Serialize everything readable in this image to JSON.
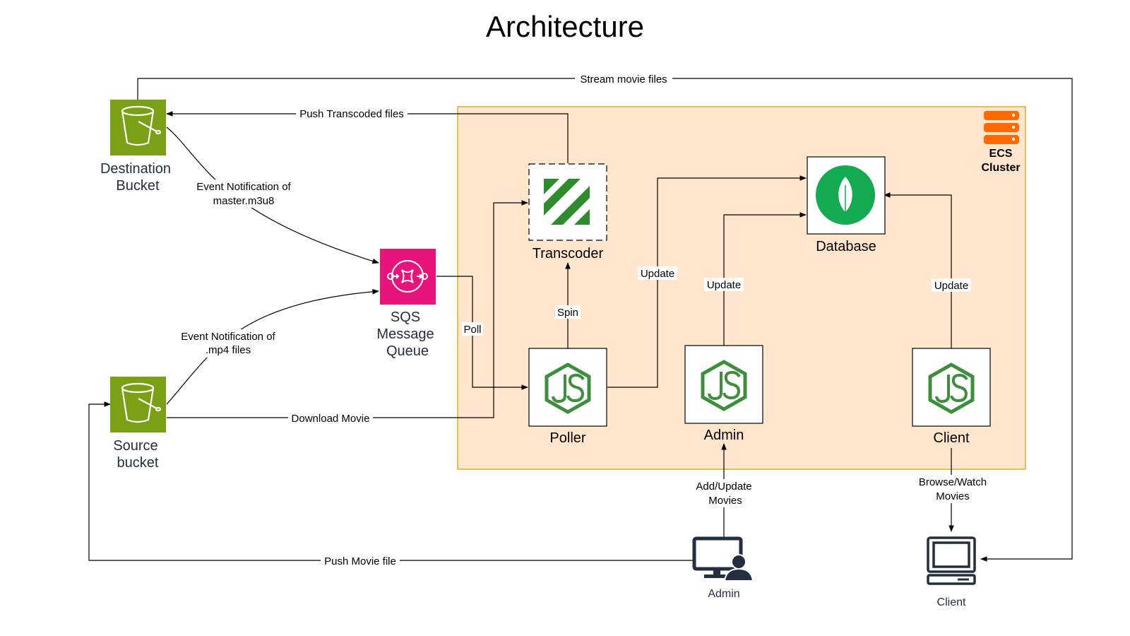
{
  "title": "Architecture",
  "colors": {
    "s3_green": "#7AA116",
    "sqs_pink": "#E7157B",
    "ecs_orange": "#FF6A00",
    "cluster_fill": "#FFE6CC",
    "cluster_border": "#D79B00",
    "node_green": "#3E8E3E",
    "mongo_green": "#13AA52",
    "ffmpeg_green": "#2E8B2E"
  },
  "nodes": {
    "destination_bucket": {
      "label_line1": "Destination",
      "label_line2": "Bucket",
      "icon": "s3-bucket-icon"
    },
    "source_bucket": {
      "label_line1": "Source",
      "label_line2": "bucket",
      "icon": "s3-bucket-icon"
    },
    "sqs": {
      "label_line1": "SQS",
      "label_line2": "Message",
      "label_line3": "Queue",
      "icon": "sqs-icon"
    },
    "transcoder": {
      "label": "Transcoder",
      "icon": "ffmpeg-icon"
    },
    "database": {
      "label": "Database",
      "icon": "mongodb-leaf-icon"
    },
    "poller": {
      "label": "Poller",
      "icon": "nodejs-icon"
    },
    "admin_service": {
      "label": "Admin",
      "icon": "nodejs-icon"
    },
    "client_service": {
      "label": "Client",
      "icon": "nodejs-icon"
    },
    "admin_user": {
      "label": "Admin",
      "icon": "admin-user-computer-icon"
    },
    "client_user": {
      "label": "Client",
      "icon": "desktop-computer-icon"
    },
    "ecs_cluster": {
      "label_line1": "ECS",
      "label_line2": "Cluster",
      "icon": "ecs-cluster-icon"
    }
  },
  "edges": {
    "stream": "Stream movie files",
    "push_transcoded": "Push Transcoded files",
    "event_master_line1": "Event Notification of",
    "event_master_line2": "master.m3u8",
    "event_mp4_line1": "Event Notification of",
    "event_mp4_line2": ".mp4 files",
    "poll": "Poll",
    "spin": "Spin",
    "update_poller": "Update",
    "update_admin": "Update",
    "update_client": "Update",
    "download": "Download Movie",
    "add_update_line1": "Add/Update",
    "add_update_line2": "Movies",
    "browse_line1": "Browse/Watch",
    "browse_line2": "Movies",
    "push_movie": "Push Movie file"
  }
}
